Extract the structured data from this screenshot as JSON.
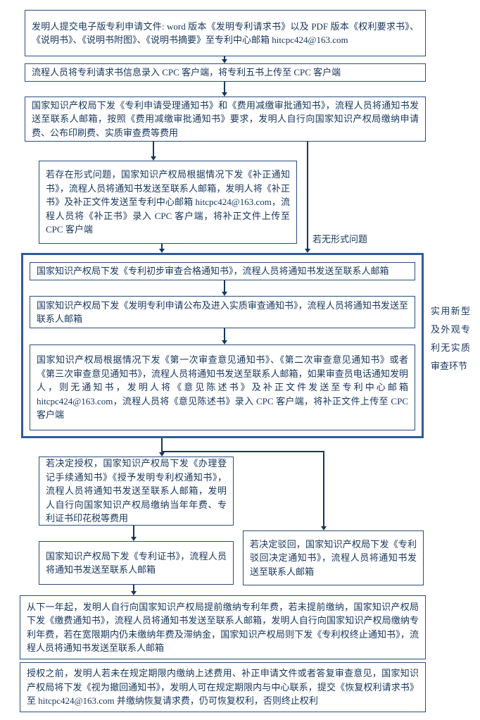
{
  "colors": {
    "text": "#17365D",
    "box_border": "#2B4C7E",
    "container_border": "#2E5B9F",
    "arrow": "#17365D",
    "background": "#FFFFFF"
  },
  "boxes": {
    "submit_documents": "发明人提交电子版专利申请文件: word 版本《发明专利请求书》以及 PDF 版本《权利要求书》、《说明书》、《说明书附图》、《说明书摘要》至专利中心邮箱 hitcpc424@163.com",
    "cpc_upload": "流程人员将专利请求书信息录入 CPC 客户端，将专利五书上传至 CPC 客户端",
    "acceptance": "国家知识产权局下发《专利申请受理通知书》和《费用减缴审批通知书》，流程人员将通知书发送至联系人邮箱，按照《费用减缴审批通知书》要求，发明人自行向国家知识产权局缴纳申请费、公布印刷费、实质审查费等费用",
    "formal_correction": "若存在形式问题，国家知识产权局根据情况下发《补正通知书》，流程人员将通知书发送至联系人邮箱，发明人将《补正书》及补正文件发送至专利中心邮箱 hitcpc424@163.com，流程人员将《补正书》录入 CPC 客户端，将补正文件上传至 CPC 客户端",
    "preliminary_pass": "国家知识产权局下发《专利初步审查合格通知书》，流程人员将通知书发送至联系人邮箱",
    "publication": "国家知识产权局下发《发明专利申请公布及进入实质审查通知书》，流程人员将通知书发送至联系人邮箱",
    "office_actions": "国家知识产权局根据情况下发《第一次审查意见通知书》、《第二次审查意见通知书》或者《第三次审查意见通知书》，流程人员将通知书发送至联系人邮箱，如果审查员电话通知发明人，则无通知书，发明人将《意见陈述书》及补正文件发送至专利中心邮箱 hitcpc424@163.com，流程人员将《意见陈述书》录入 CPC 客户端，将补正文件上传至 CPC 客户端",
    "grant": "若决定授权，国家知识产权局下发《办理登记手续通知书》《授予发明专利权通知书》，流程人员将通知书发送至联系人邮箱，发明人自行向国家知识产权局缴纳当年年费、专利证书印花税等费用",
    "rejection": "若决定驳回，国家知识产权局下发《专利驳回决定通知书》，流程人员将通知书发送至联系人邮箱",
    "certificate": "国家知识产权局下发《专利证书》，流程人员将通知书发送至联系人邮箱",
    "annual_fee": "从下一年起，发明人自行向国家知识产权局提前缴纳专利年费，若未提前缴纳，国家知识产权局下发《缴费通知书》，流程人员将通知书发送至联系人邮箱，发明人自行向国家知识产权局缴纳专利年费，若在宽限期内仍未缴纳年费及滞纳金，国家知识产权局则下发《专利权终止通知书》，流程人员将通知书发送至联系人邮箱",
    "withdrawal_recovery": "授权之前，发明人若未在规定期限内缴纳上述费用、补正申请文件或者答复审查意见，国家知识产权局将下发《视为撤回通知书》，发明人可在规定期限内与中心联系，提交《恢复权利请求书》至 hitcpc424@163.com 并缴纳恢复请求费，仍可恢复权利，否则终止权利"
  },
  "labels": {
    "no_formal_issue": "若无形式问题",
    "side_note": "实用新型及外观专利无实质审查环节"
  }
}
